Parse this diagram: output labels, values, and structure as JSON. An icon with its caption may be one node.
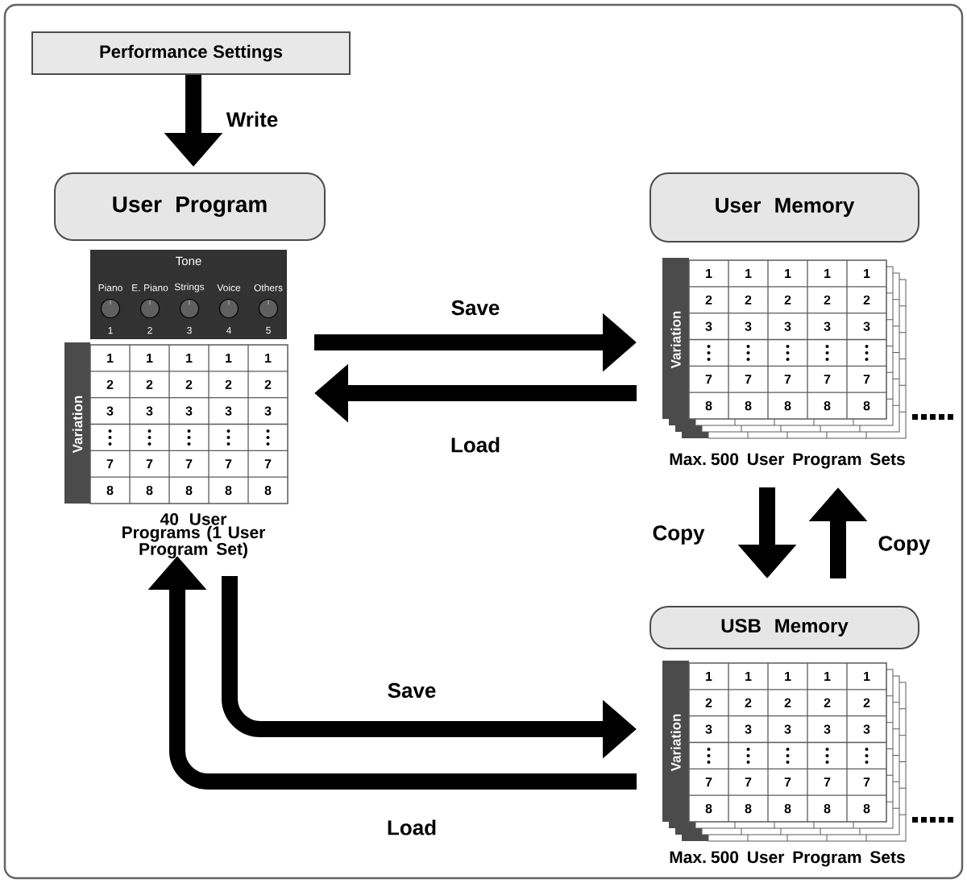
{
  "diagram": {
    "nodes": [
      {
        "text": [
          "Performance Settings"
        ]
      },
      {
        "text": [
          "User Program"
        ]
      },
      {
        "text": [
          "Tone"
        ]
      },
      {
        "text": [
          "Variation"
        ],
        "beside": [
          "40 User Programs (1 User Program Set)"
        ]
      },
      {
        "text": [
          "User Memory"
        ]
      },
      {
        "text": [
          "Variation"
        ],
        "beside": [
          "Max. 500 User Program Sets"
        ]
      },
      {
        "text": [
          "USB Memory"
        ]
      },
      {
        "text": [
          "Variation"
        ],
        "beside": [
          "Max. 500 User Program Sets"
        ]
      }
    ],
    "edges": [
      {
        "from": 0,
        "to": 1,
        "arrow": "to",
        "label": "Write"
      },
      {
        "from": 3,
        "to": 5,
        "arrow": "to",
        "label": "Save"
      },
      {
        "from": 5,
        "to": 3,
        "arrow": "to",
        "label": "Load"
      },
      {
        "from": 5,
        "to": 6,
        "arrow": "to",
        "label": "Copy"
      },
      {
        "from": 6,
        "to": 5,
        "arrow": "to",
        "label": "Copy"
      },
      {
        "from": 3,
        "to": 7,
        "arrow": "to",
        "label": "Save"
      },
      {
        "from": 7,
        "to": 3,
        "arrow": "to",
        "label": "Load"
      }
    ],
    "labels": [
      "Piano",
      "E. Piano",
      "Strings",
      "Voice",
      "Others",
      "1",
      "2",
      "3",
      "4",
      "5",
      "1",
      "1",
      "1",
      "1",
      "1",
      "2",
      "2",
      "2",
      "2",
      "2",
      "3",
      "3",
      "3",
      "3",
      "3",
      "7",
      "7",
      "7",
      "7",
      "7",
      "8",
      "8",
      "8",
      "8",
      "8",
      "1",
      "1",
      "1",
      "1",
      "1",
      "2",
      "2",
      "2",
      "2",
      "2",
      "3",
      "3",
      "3",
      "3",
      "3",
      "7",
      "7",
      "7",
      "7",
      "7",
      "8",
      "8",
      "8",
      "8",
      "8",
      "1",
      "1",
      "1",
      "1",
      "1",
      "2",
      "2",
      "2",
      "2",
      "2",
      "3",
      "3",
      "3",
      "3",
      "3",
      "7",
      "7",
      "7",
      "7",
      "7",
      "8",
      "8",
      "8",
      "8",
      "8"
    ]
  }
}
